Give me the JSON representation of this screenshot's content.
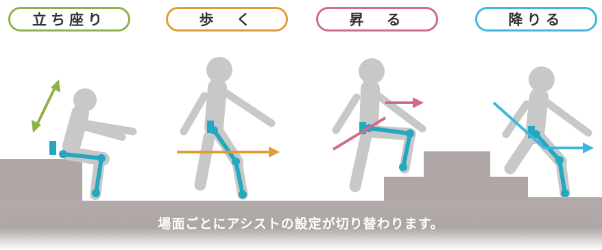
{
  "labels": {
    "sit_stand": "立ち座り",
    "walk": "歩　く",
    "ascend": "昇　る",
    "descend": "降りる"
  },
  "caption": "場面ごとにアシストの設定が切り替わります。",
  "colors": {
    "sit_stand": "#8db348",
    "walk": "#e29b36",
    "ascend": "#d26a8c",
    "descend": "#3db7dc",
    "assist_device": "#23a8c0",
    "figure": "#c8c8c8",
    "ground": "#ada6a4"
  },
  "icons": [
    "double-arrow-diagonal-icon",
    "arrow-right-icon",
    "arrow-up-right-icon",
    "arrow-down-right-icon"
  ]
}
